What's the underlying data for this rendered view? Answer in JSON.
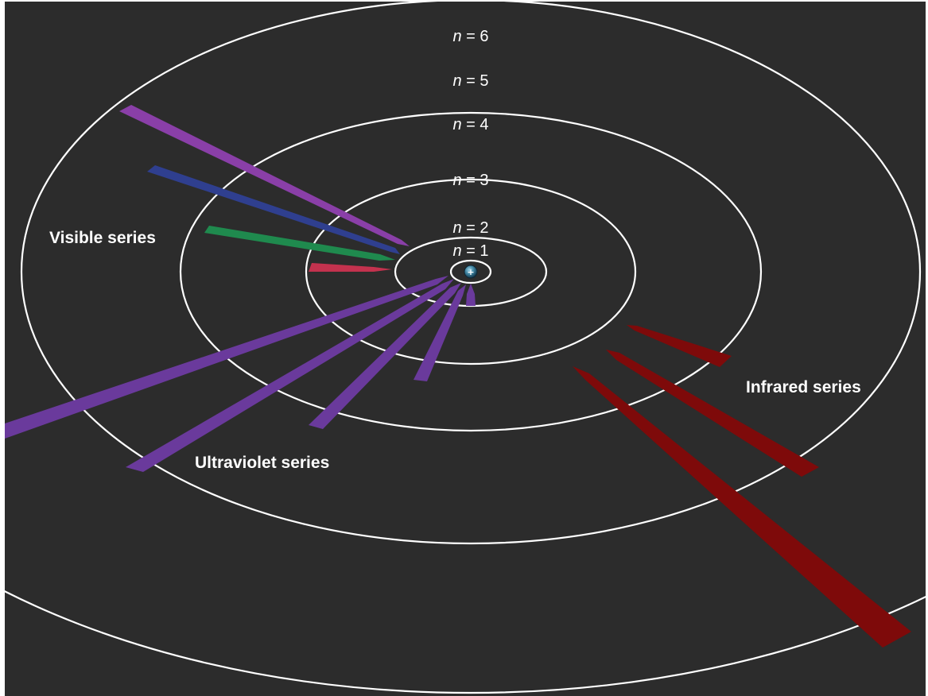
{
  "diagram": {
    "orbits": [
      {
        "var": "n",
        "eq": " = 1"
      },
      {
        "var": "n",
        "eq": " = 2"
      },
      {
        "var": "n",
        "eq": " = 3"
      },
      {
        "var": "n",
        "eq": " = 4"
      },
      {
        "var": "n",
        "eq": " = 5"
      },
      {
        "var": "n",
        "eq": " = 6"
      }
    ],
    "nucleus": {
      "symbol": "+"
    },
    "series": {
      "visible": "Visible series",
      "ultraviolet": "Ultraviolet series",
      "infrared": "Infrared series"
    },
    "colors": {
      "background": "#2c2c2c",
      "orbit": "#ffffff",
      "ultraviolet": "#6a3a9c",
      "visible_violet": "#8a3fa8",
      "visible_blue": "#2f3f8f",
      "visible_green": "#1f8a4e",
      "visible_red": "#c3324e",
      "infrared": "#7e0a0a",
      "nucleus": "#3b7f9c"
    },
    "transitions": [
      {
        "series": "visible",
        "from": 6,
        "to": 2
      },
      {
        "series": "visible",
        "from": 5,
        "to": 2
      },
      {
        "series": "visible",
        "from": 4,
        "to": 2
      },
      {
        "series": "visible",
        "from": 3,
        "to": 2
      },
      {
        "series": "ultraviolet",
        "from": 6,
        "to": 1
      },
      {
        "series": "ultraviolet",
        "from": 5,
        "to": 1
      },
      {
        "series": "ultraviolet",
        "from": 4,
        "to": 1
      },
      {
        "series": "ultraviolet",
        "from": 3,
        "to": 1
      },
      {
        "series": "ultraviolet",
        "from": 2,
        "to": 1
      },
      {
        "series": "infrared",
        "from": 6,
        "to": 3
      },
      {
        "series": "infrared",
        "from": 5,
        "to": 3
      },
      {
        "series": "infrared",
        "from": 4,
        "to": 3
      }
    ]
  }
}
